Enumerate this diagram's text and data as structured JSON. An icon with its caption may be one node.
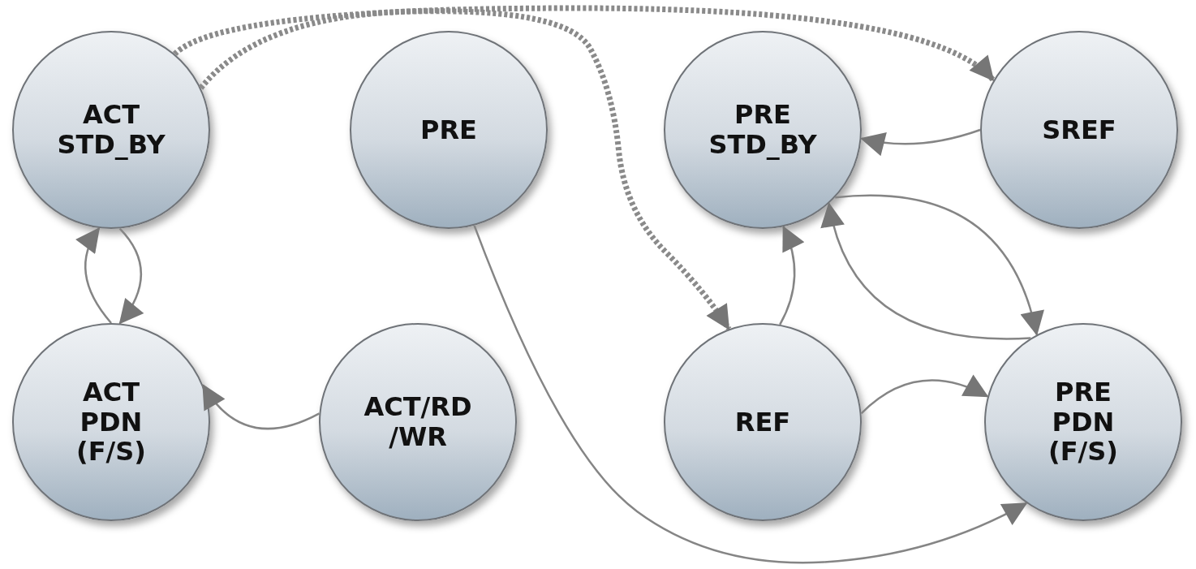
{
  "diagram": {
    "nodes": [
      {
        "text": [
          "ACT STD_BY"
        ]
      },
      {
        "text": [
          "PRE"
        ]
      },
      {
        "text": [
          "PRE STD_BY"
        ]
      },
      {
        "text": [
          "SREF"
        ]
      },
      {
        "text": [
          "ACT PDN (F/S)"
        ]
      },
      {
        "text": [
          "ACT/RD /WR"
        ]
      },
      {
        "text": [
          "REF"
        ]
      },
      {
        "text": [
          "PRE PDN (F/S)"
        ]
      }
    ],
    "edges": [
      {
        "from": 0,
        "to": 3,
        "arrow": "to",
        "style": "dashed"
      },
      {
        "from": 0,
        "to": 6,
        "arrow": "to",
        "style": "dashed"
      },
      {
        "from": 3,
        "to": 2,
        "arrow": "to"
      },
      {
        "from": 2,
        "to": 7,
        "arrow": "to"
      },
      {
        "from": 7,
        "to": 2,
        "arrow": "to"
      },
      {
        "from": 6,
        "to": 2,
        "arrow": "to"
      },
      {
        "from": 6,
        "to": 7,
        "arrow": "to"
      },
      {
        "from": 1,
        "to": 7,
        "arrow": "to"
      },
      {
        "from": 5,
        "to": 4,
        "arrow": "to"
      },
      {
        "from": 4,
        "to": 0,
        "arrow": "to"
      },
      {
        "from": 0,
        "to": 4,
        "arrow": "to"
      }
    ]
  }
}
